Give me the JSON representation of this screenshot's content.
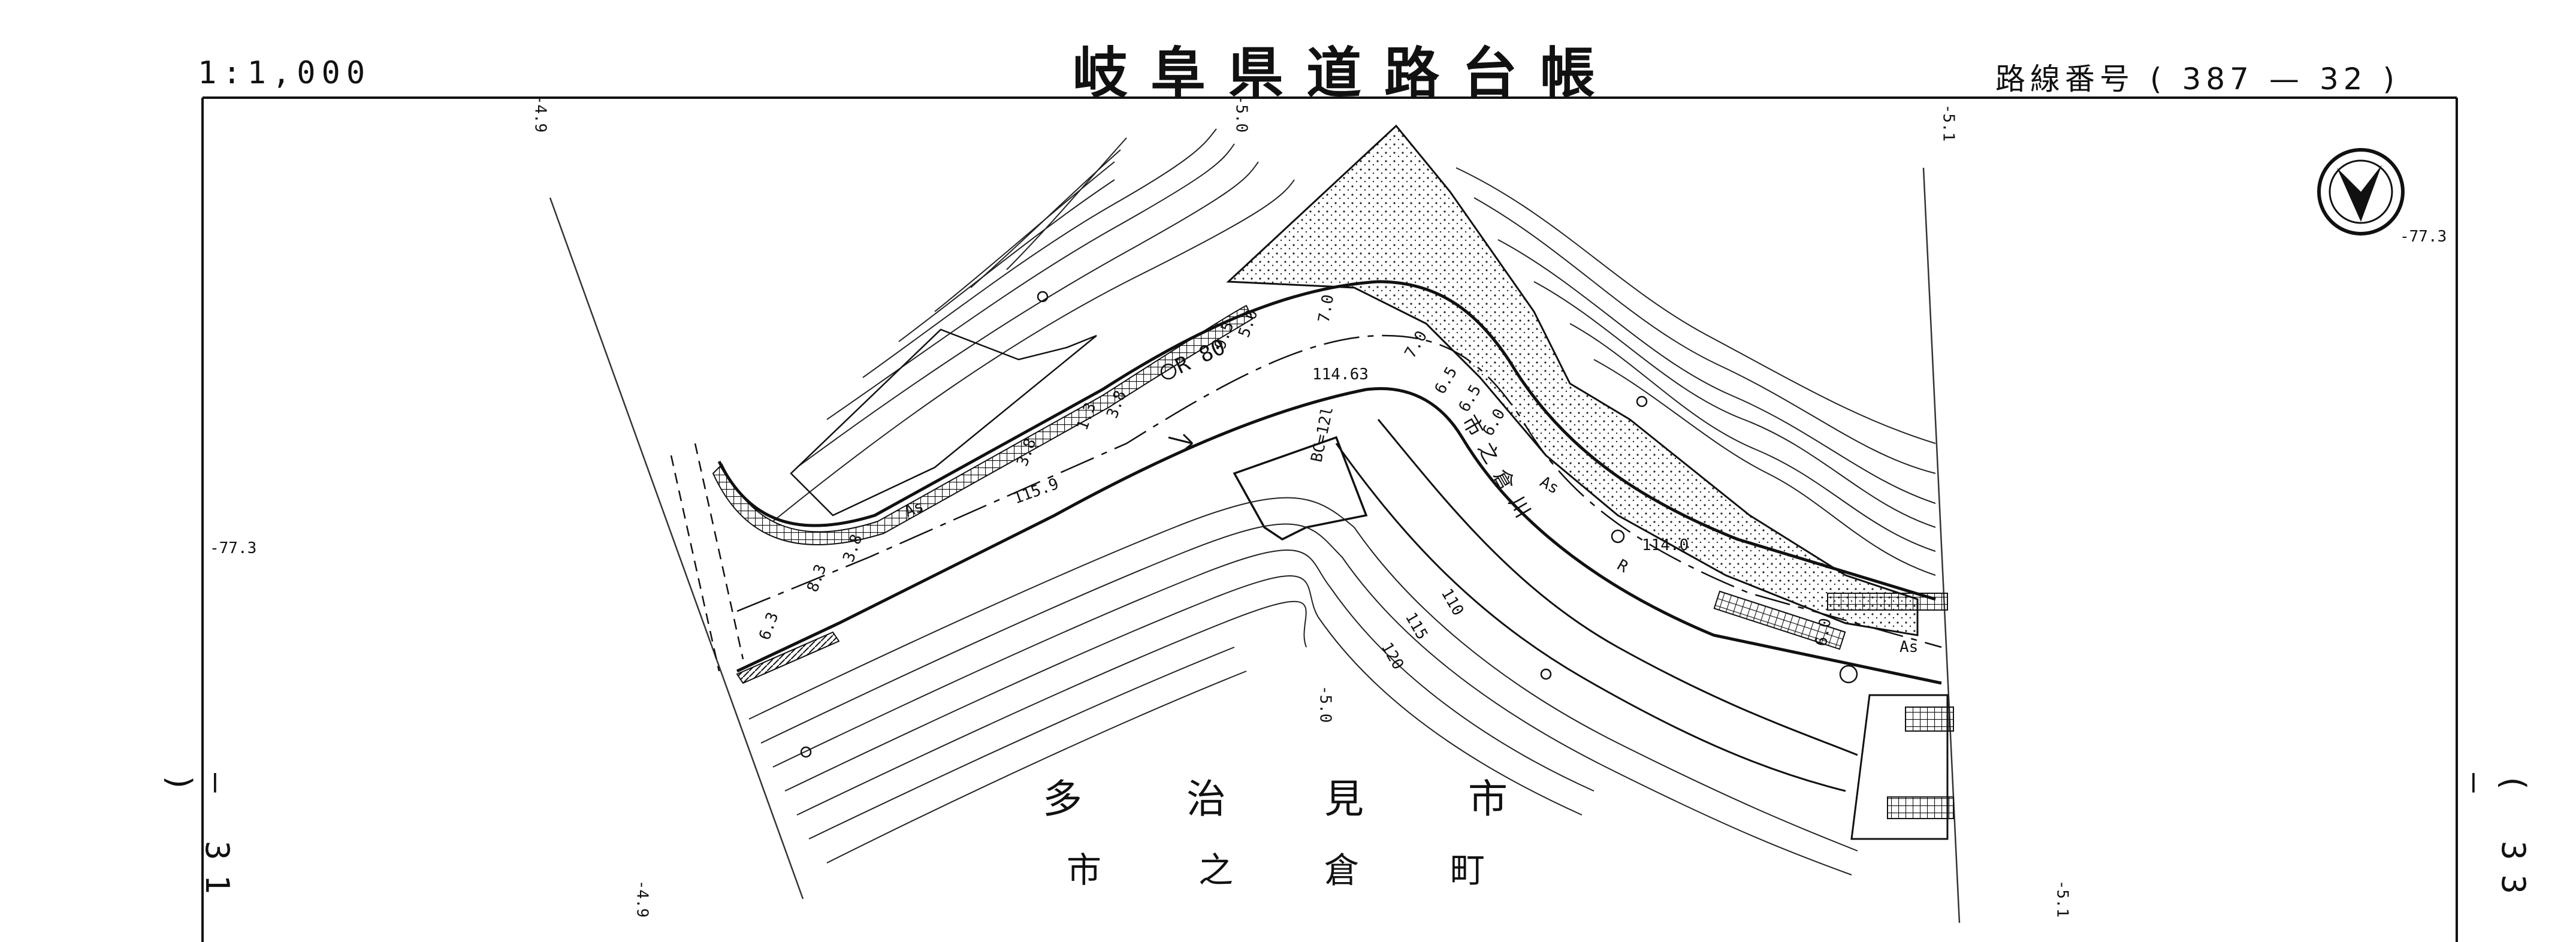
{
  "header": {
    "title": "岐阜県道路台帳",
    "scale": "1:1,000",
    "route_label": "路線番号",
    "route_open": "(",
    "route_no": "387",
    "route_dash": "—",
    "route_sheet": "32",
    "route_close": ")"
  },
  "sheets": {
    "left": "— 31 )",
    "right": "( 33 —"
  },
  "place": {
    "city": [
      "多",
      "治",
      "見",
      "市"
    ],
    "district": [
      "市",
      "之",
      "倉",
      "町"
    ]
  },
  "river": "市之倉川",
  "grid_labels": {
    "top_left": "-4.9",
    "top_mid": "-5.0",
    "top_right": "-5.1",
    "bottom_left": "-4.9",
    "bottom_mid": "-5.0",
    "bottom_right": "-5.1",
    "side_left": "-77.3",
    "side_right": "-77.3"
  },
  "road_labels": {
    "as1": "As",
    "as2": "As",
    "as3": "As",
    "elev1": "114.63",
    "elev2": "115.9",
    "elev3": "114.0",
    "bc": "BC=12l",
    "r80": "R 80",
    "r": "R",
    "contour_110": "110",
    "contour_115": "115",
    "contour_120": "120"
  },
  "dims": [
    "7.0",
    "5.0",
    "9.5",
    "6.5",
    "6.5",
    "3.8",
    "1.3",
    "6.0",
    "3.8",
    "8.3",
    "3.8",
    "6.3",
    "7.0",
    "6.0"
  ],
  "north_arrow": "north-arrow-icon"
}
